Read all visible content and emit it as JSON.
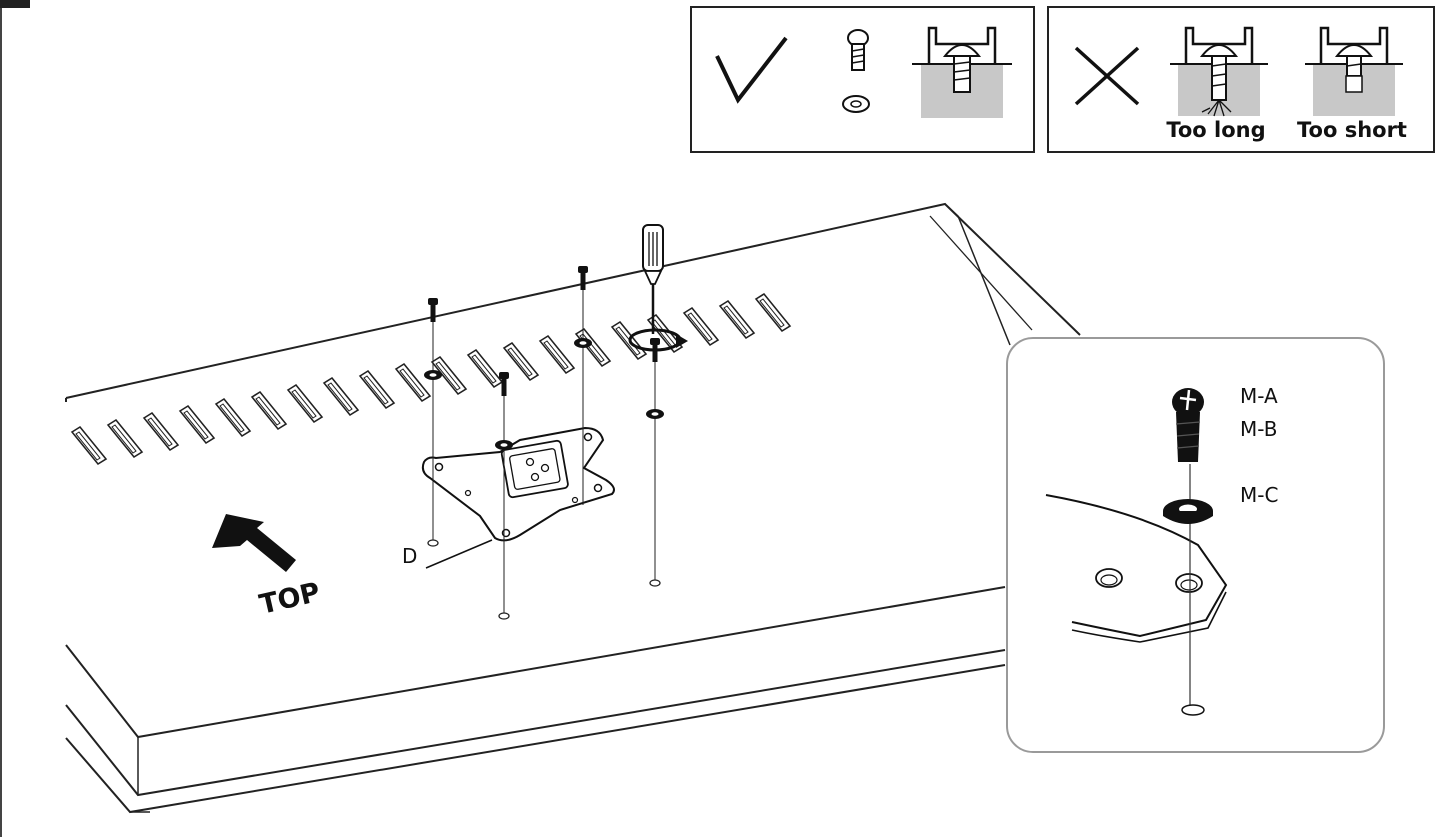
{
  "check_panel": {
    "mark_icon": "check-mark-icon"
  },
  "cross_panel": {
    "mark_icon": "cross-mark-icon",
    "too_long_label": "Too long",
    "too_short_label": "Too short"
  },
  "main_diagram": {
    "top_label": "TOP",
    "bracket_label": "D"
  },
  "detail_inset": {
    "screw_label_a": "M-A",
    "screw_label_b": "M-B",
    "washer_label": "M-C"
  },
  "colors": {
    "line": "#222222",
    "shade": "#c8c8c8",
    "inset_border": "#9a9a9a"
  }
}
